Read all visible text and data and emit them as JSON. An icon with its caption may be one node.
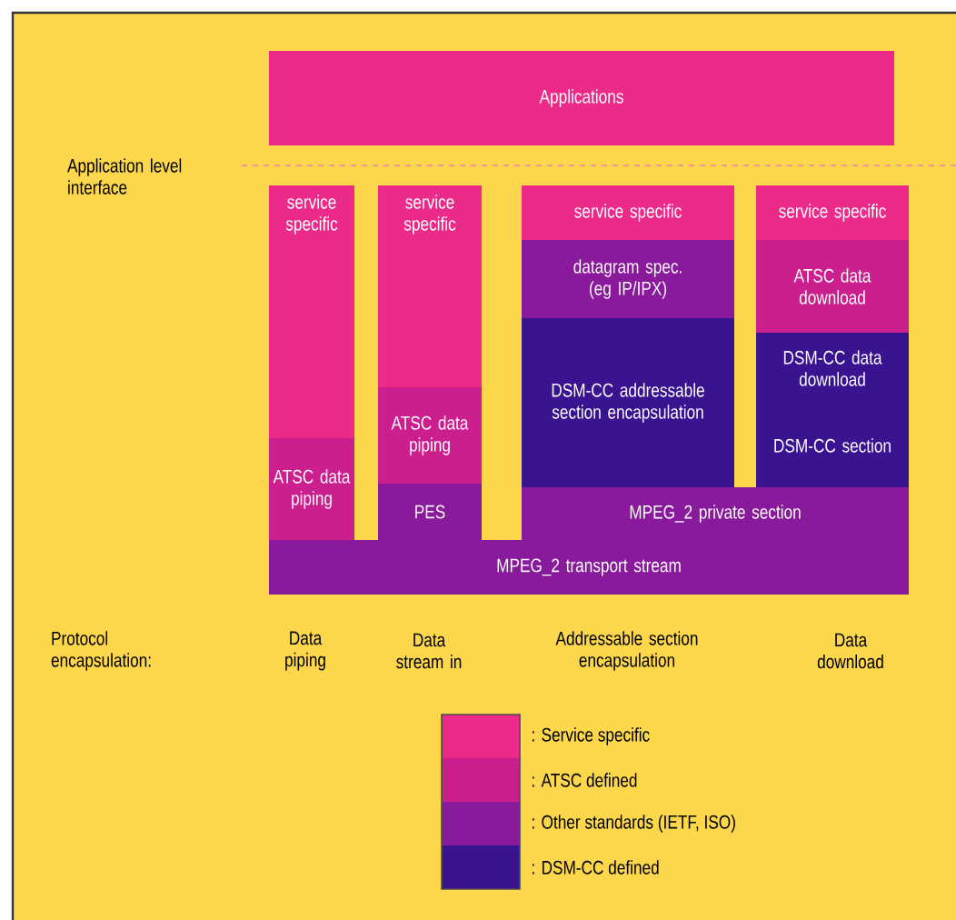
{
  "diagram": {
    "nodes": [
      {
        "text": [
          "Applications"
        ]
      },
      {
        "text": [
          "service specific"
        ]
      },
      {
        "text": [
          "service specific"
        ]
      },
      {
        "text": [
          "service specific"
        ]
      },
      {
        "text": [
          "service specific"
        ]
      },
      {
        "text": [
          "datagram spec. (eg IP/IPX)"
        ]
      },
      {
        "text": [
          "ATSC data download"
        ]
      },
      {
        "text": [
          "DSM-CC data download"
        ]
      },
      {
        "text": [
          "DSM-CC addressable section encapsulation"
        ]
      },
      {
        "text": [
          "ATSC data piping"
        ]
      },
      {
        "text": [
          "DSM-CC section"
        ]
      },
      {
        "text": [
          "ATSC data piping"
        ]
      },
      {
        "text": [
          "PES"
        ]
      },
      {
        "text": [
          "MPEG_2 private section"
        ]
      },
      {
        "text": [
          "MPEG_2 transport stream"
        ]
      }
    ],
    "labels": [
      "Application level interface",
      "Protocol encapsulation:",
      "Data piping",
      "Data stream in",
      "Addressable section encapsulation",
      "Data download"
    ],
    "legend": [
      {
        "text": ": Service specific",
        "color": "#ec2a8a"
      },
      {
        "text": ": ATSC defined",
        "color": "#cc1f8e"
      },
      {
        "text": ": Other standards (IETF, ISO)",
        "color": "#8a1a9c"
      },
      {
        "text": ": DSM-CC defined",
        "color": "#3a1490"
      }
    ]
  }
}
